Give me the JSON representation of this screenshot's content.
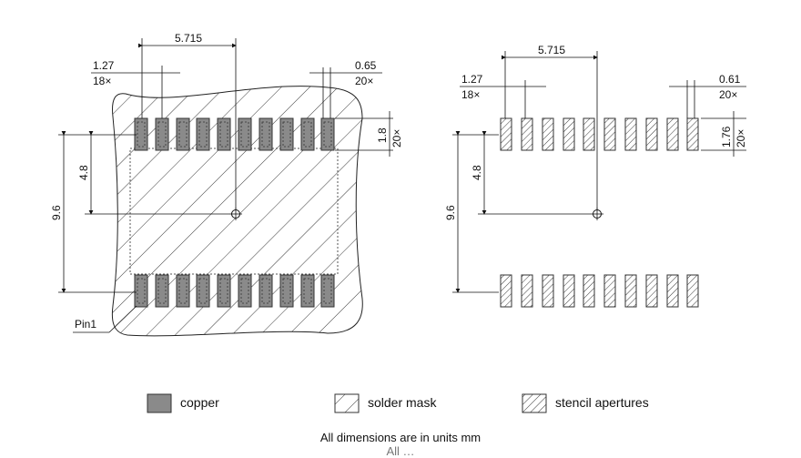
{
  "left_view": {
    "pitch_value": "5.715",
    "pad_width_value": "1.27",
    "pad_width_count": "18×",
    "gap_value": "0.65",
    "gap_count": "20×",
    "pad_height_value": "1.8",
    "pad_height_count": "20×",
    "half_height_value": "4.8",
    "full_height_value": "9.6",
    "pin1_label": "Pin1"
  },
  "right_view": {
    "pitch_value": "5.715",
    "pad_width_value": "1.27",
    "pad_width_count": "18×",
    "gap_value": "0.61",
    "gap_count": "20×",
    "pad_height_value": "1.76",
    "pad_height_count": "20×",
    "half_height_value": "4.8",
    "full_height_value": "9.6"
  },
  "legend": {
    "copper_label": "copper",
    "solder_mask_label": "solder mask",
    "stencil_label": "stencil apertures",
    "copper_color": "#8a8a8a"
  },
  "footer": {
    "units_note": "All dimensions are in units mm",
    "second_line": "All …"
  }
}
